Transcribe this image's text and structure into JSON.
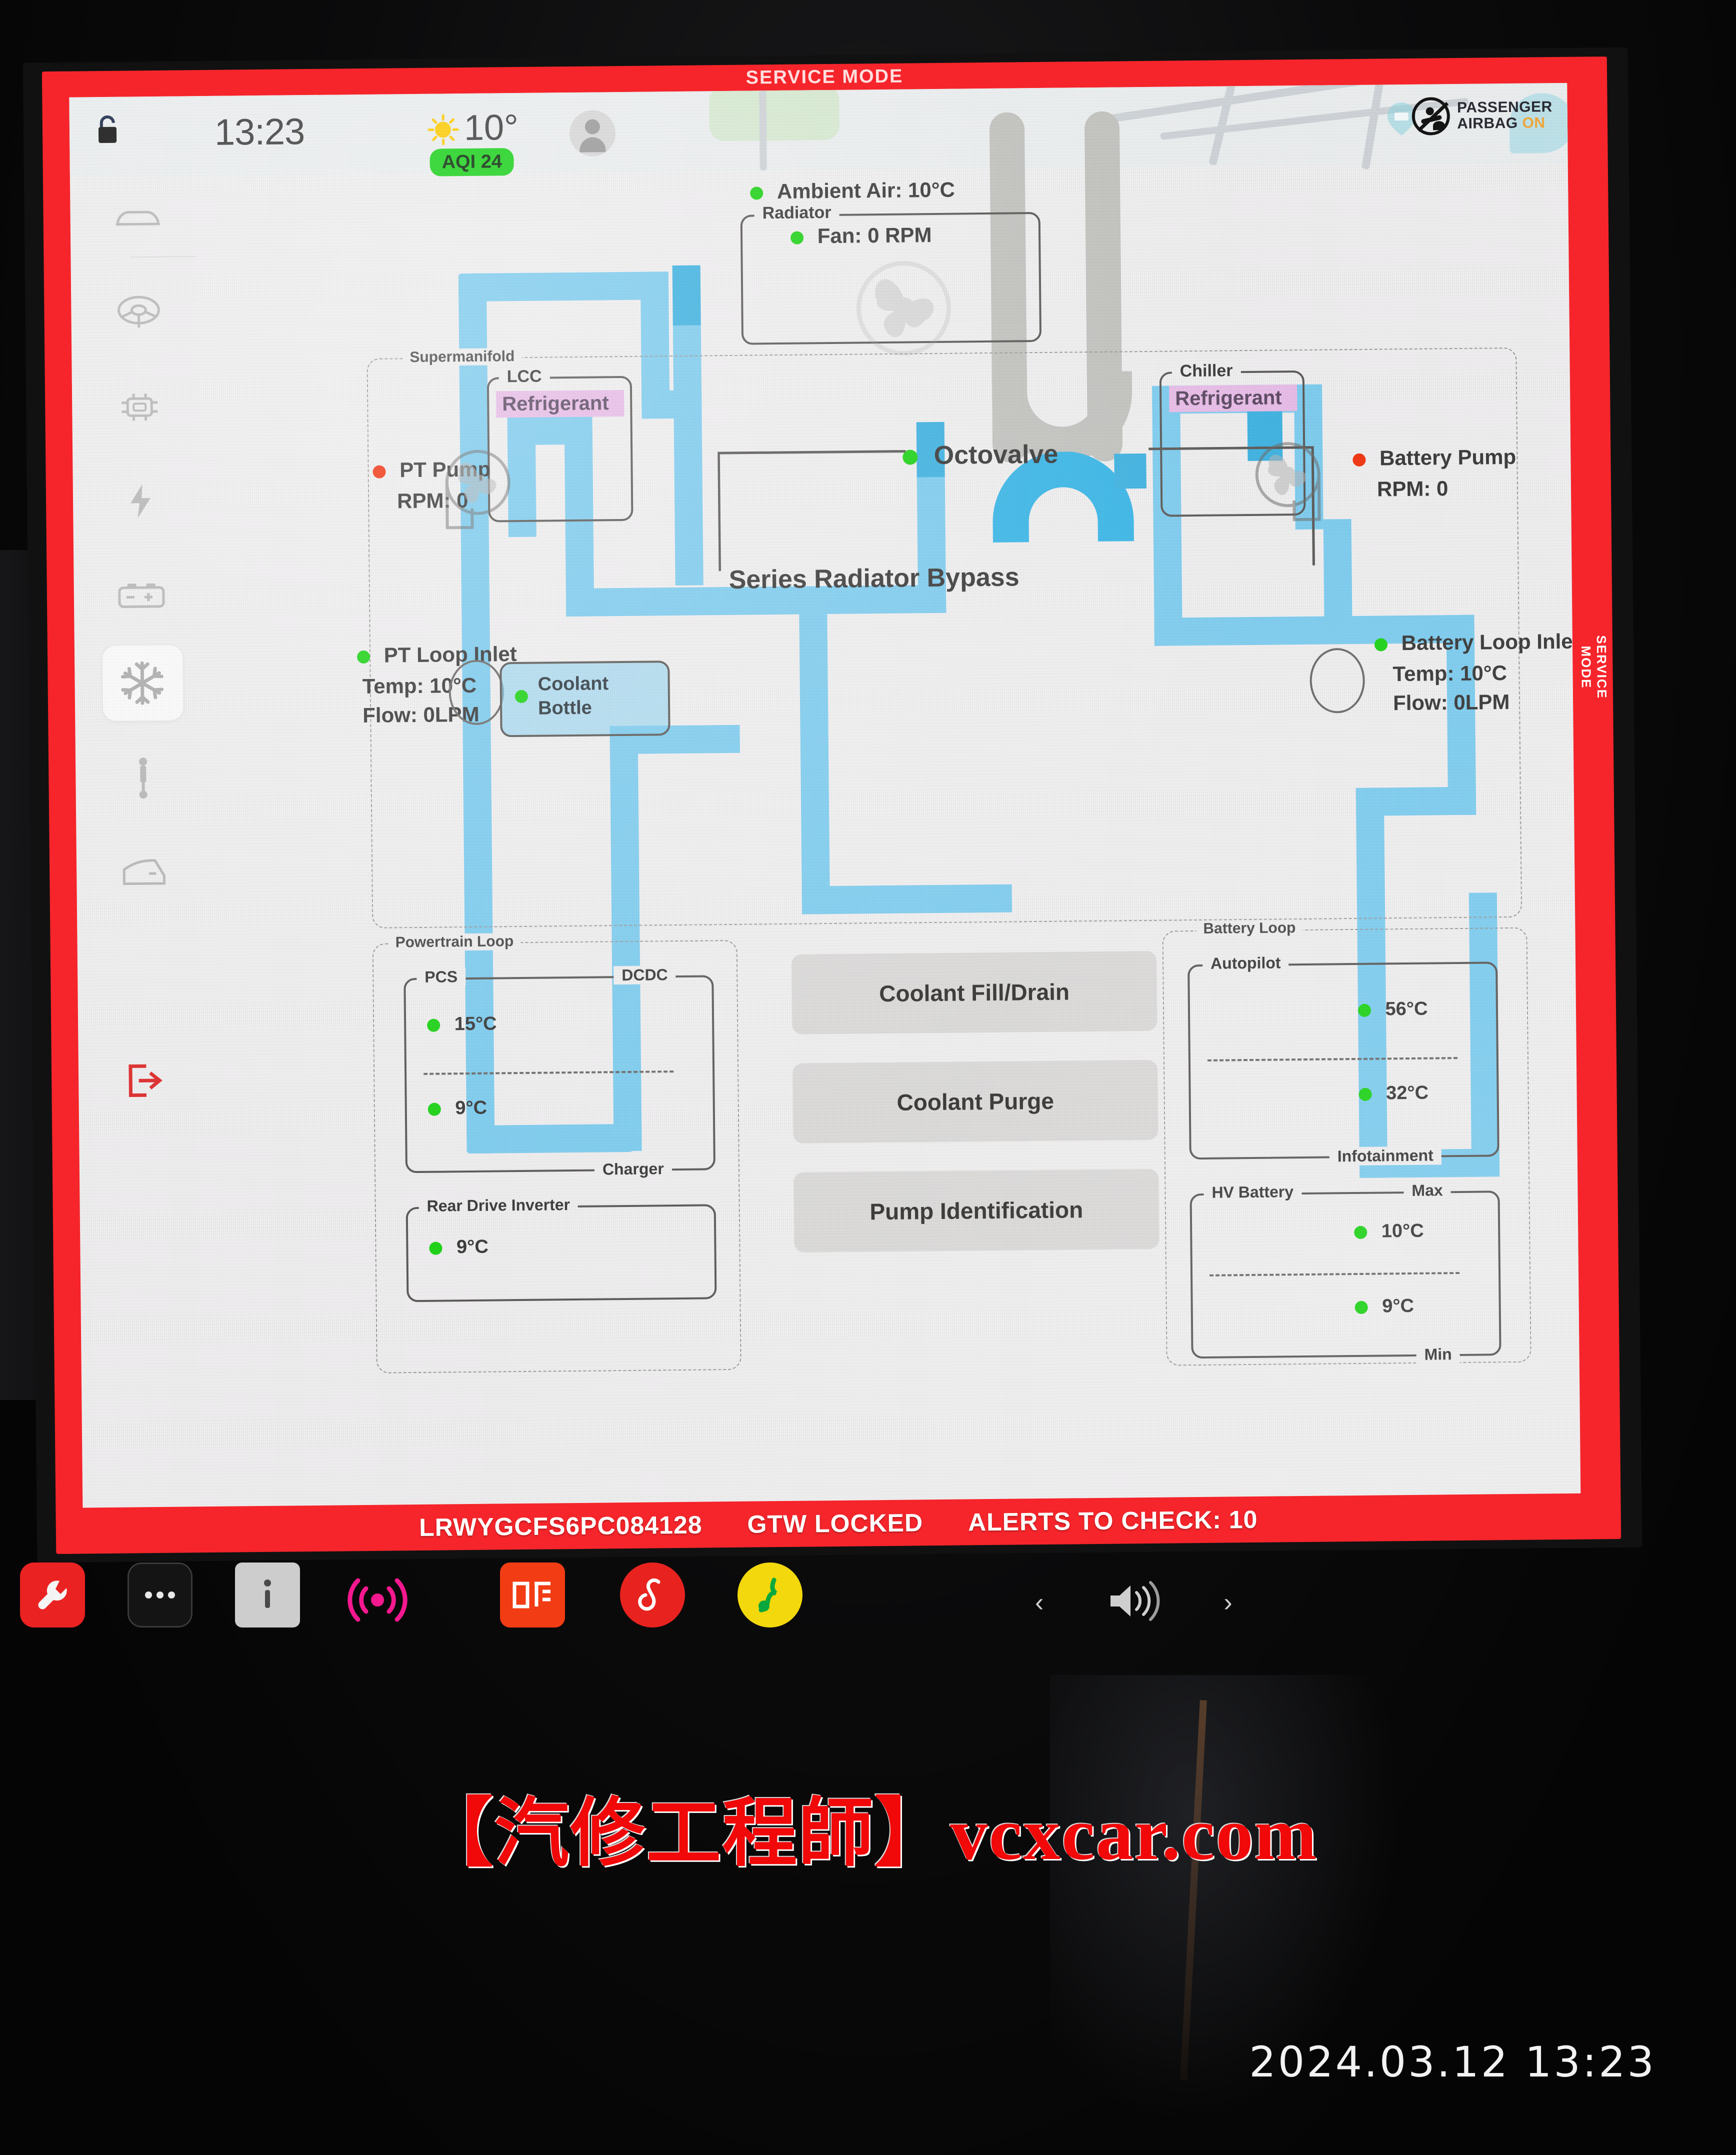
{
  "service_mode": {
    "top_label": "SERVICE MODE",
    "side_label": "SERVICE MODE",
    "vin": "LRWYGCFS6PC084128",
    "gateway_status": "GTW LOCKED",
    "alerts": "ALERTS TO CHECK: 10"
  },
  "statusbar": {
    "clock": "13:23",
    "temperature": "10°",
    "aqi": "AQI 24",
    "airbag_line1": "PASSENGER",
    "airbag_line2": "AIRBAG",
    "airbag_state": "ON"
  },
  "sidebar": {
    "items": [
      {
        "icon": "car-icon",
        "name": "sidebar-item-car"
      },
      {
        "icon": "steering-wheel-icon",
        "name": "sidebar-item-steering"
      },
      {
        "icon": "chip-icon",
        "name": "sidebar-item-chassis"
      },
      {
        "icon": "lightning-icon",
        "name": "sidebar-item-electrical"
      },
      {
        "icon": "battery-icon",
        "name": "sidebar-item-battery"
      },
      {
        "icon": "snowflake-icon",
        "name": "sidebar-item-thermal",
        "selected": true
      },
      {
        "icon": "shock-absorber-icon",
        "name": "sidebar-item-suspension"
      },
      {
        "icon": "door-icon",
        "name": "sidebar-item-body"
      }
    ],
    "exit_icon": "exit-icon",
    "exit_color": "#e03030"
  },
  "diagram": {
    "ambient": {
      "label": "Ambient Air: 10°C",
      "status": "green"
    },
    "radiator": {
      "title": "Radiator",
      "fan": "Fan: 0 RPM",
      "fan_status": "green"
    },
    "supermanifold": {
      "title": "Supermanifold"
    },
    "lcc": {
      "title": "LCC",
      "fluid": "Refrigerant"
    },
    "chiller": {
      "title": "Chiller",
      "fluid": "Refrigerant"
    },
    "octovalve": {
      "label": "Octovalve",
      "status": "green"
    },
    "series_radiator_bypass": {
      "label": "Series Radiator Bypass"
    },
    "pt_pump": {
      "label": "PT Pump",
      "rpm": "RPM:  0",
      "status": "red"
    },
    "battery_pump": {
      "label": "Battery Pump",
      "rpm": "RPM:  0",
      "status": "red"
    },
    "pt_loop_inlet": {
      "label": "PT Loop Inlet",
      "temp": "Temp:  10°C",
      "flow": "Flow:  0LPM",
      "status": "green"
    },
    "battery_loop_inlet": {
      "label": "Battery Loop Inlet",
      "temp": "Temp:  10°C",
      "flow": "Flow:  0LPM",
      "status": "green"
    },
    "coolant_bottle": {
      "line1": "Coolant",
      "line2": "Bottle",
      "status": "green"
    },
    "powertrain_loop": {
      "title": "Powertrain Loop",
      "pcs_box": {
        "left_title": "PCS",
        "right_title": "DCDC",
        "bottom_title": "Charger",
        "rows": [
          {
            "value": "15°C",
            "status": "green"
          },
          {
            "value": "9°C",
            "status": "green"
          }
        ]
      },
      "inverter_box": {
        "title": "Rear Drive Inverter",
        "rows": [
          {
            "value": "9°C",
            "status": "green"
          }
        ]
      }
    },
    "battery_loop": {
      "title": "Battery Loop",
      "autopilot_box": {
        "left_title": "Autopilot",
        "bottom_title": "Infotainment",
        "rows": [
          {
            "value": "56°C",
            "status": "green"
          },
          {
            "value": "32°C",
            "status": "green"
          }
        ]
      },
      "hv_box": {
        "left_title": "HV Battery",
        "right_title": "Max",
        "bottom_title": "Min",
        "rows": [
          {
            "value": "10°C",
            "status": "green"
          },
          {
            "value": "9°C",
            "status": "green"
          }
        ]
      }
    },
    "actions": [
      {
        "label": "Coolant Fill/Drain",
        "name": "coolant-fill-drain-button"
      },
      {
        "label": "Coolant Purge",
        "name": "coolant-purge-button"
      },
      {
        "label": "Pump Identification",
        "name": "pump-identification-button"
      }
    ]
  },
  "taskbar": {
    "apps": [
      {
        "name": "taskbar-service-wrench",
        "glyph": "wrench-icon",
        "bg": "#ea2222"
      },
      {
        "name": "taskbar-more",
        "glyph": "ellipsis-icon",
        "bg": "#141414"
      },
      {
        "name": "taskbar-info",
        "glyph": "info-icon",
        "bg": "#cdcdcd"
      },
      {
        "name": "taskbar-radio",
        "glyph": "radio-waves-icon",
        "bg": "transparent"
      },
      {
        "name": "taskbar-app-orange",
        "glyph": "cn-app-icon",
        "bg": "#f23c14"
      },
      {
        "name": "taskbar-music-red",
        "glyph": "netease-music-icon",
        "bg": "#e8231f"
      },
      {
        "name": "taskbar-music-yellow",
        "glyph": "kugou-music-icon",
        "bg": "#f2d80c"
      }
    ],
    "prev": "‹",
    "next": "›",
    "volume_icon": "volume-icon"
  },
  "overlay": {
    "watermark": "【汽修工程師】vcxcar.com",
    "datestamp": "2024.03.12  13:23"
  },
  "colors": {
    "service_red": "#f5252b",
    "coolant_blue": "#7ecdf0",
    "coolant_blue_dark": "#3fb3e2",
    "refrigerant_pink": "#e8bde8",
    "status_green": "#1ed417",
    "status_red": "#f33612",
    "aqi_green": "#17d317"
  }
}
